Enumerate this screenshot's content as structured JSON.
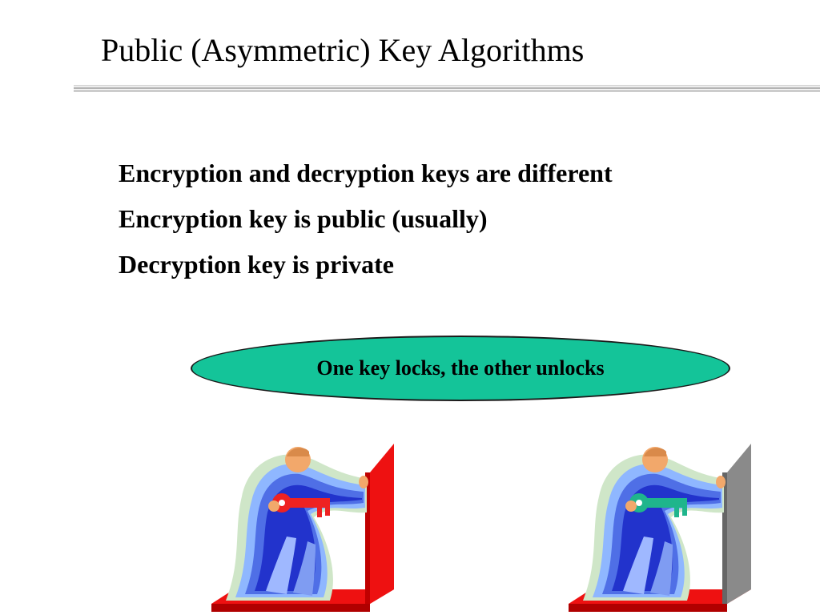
{
  "slide": {
    "title": "Public (Asymmetric) Key Algorithms",
    "bullets": [
      "Encryption and decryption keys are different",
      "Encryption key is public (usually)",
      "Decryption key is private"
    ],
    "callout": "One key locks, the other unlocks"
  },
  "illustrations": [
    {
      "name": "person-locking-door",
      "door_color": "#ee1111",
      "key_color": "#ee2222"
    },
    {
      "name": "person-unlocking-door",
      "door_color": "#8a8a8a",
      "key_color": "#1fb58c"
    }
  ],
  "colors": {
    "callout_fill": "#14c499",
    "figure_blue": "#2233cc"
  }
}
